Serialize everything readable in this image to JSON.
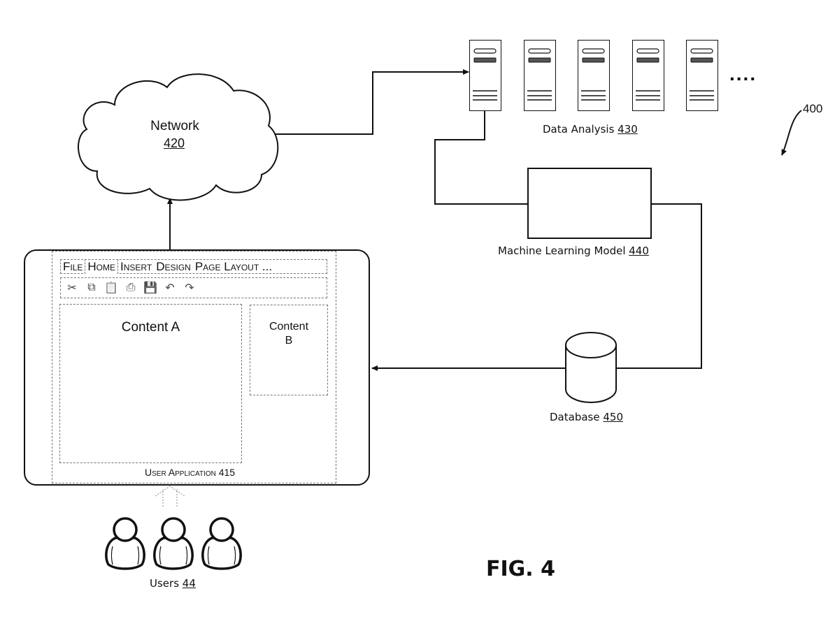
{
  "figure": {
    "title": "FIG. 4",
    "reference_numeral": "400"
  },
  "network": {
    "name": "Network",
    "ref": "420",
    "icon": "cloud-icon"
  },
  "data_analysis": {
    "name": "Data Analysis",
    "ref": "430",
    "server_count_shown": 5,
    "ellipsis": "....",
    "icon": "server-icon"
  },
  "ml_model": {
    "name": "Machine Learning Model",
    "ref": "440"
  },
  "database": {
    "name": "Database",
    "ref": "450",
    "icon": "database-cylinder-icon"
  },
  "user_application": {
    "label": "User Application 415",
    "menu": [
      {
        "label": "File",
        "active": false
      },
      {
        "label": "Home",
        "active": true
      },
      {
        "label": "Insert",
        "active": false
      },
      {
        "label": "Design",
        "active": false
      },
      {
        "label": "Page Layout ...",
        "active": false
      }
    ],
    "toolbar": [
      {
        "name": "cut",
        "icon": "scissors-icon",
        "glyph": "✂"
      },
      {
        "name": "copy",
        "icon": "copy-icon",
        "glyph": "⧉"
      },
      {
        "name": "paste",
        "icon": "paste-icon",
        "glyph": "📋"
      },
      {
        "name": "print",
        "icon": "printer-icon",
        "glyph": "⎙"
      },
      {
        "name": "save",
        "icon": "save-icon",
        "glyph": "💾"
      },
      {
        "name": "undo",
        "icon": "undo-icon",
        "glyph": "↶"
      },
      {
        "name": "redo",
        "icon": "redo-icon",
        "glyph": "↷"
      }
    ],
    "content_a": "Content A",
    "content_b_line1": "Content",
    "content_b_line2": "B"
  },
  "users": {
    "name": "Users",
    "ref": "44",
    "count_shown": 3,
    "icon": "user-icon"
  }
}
